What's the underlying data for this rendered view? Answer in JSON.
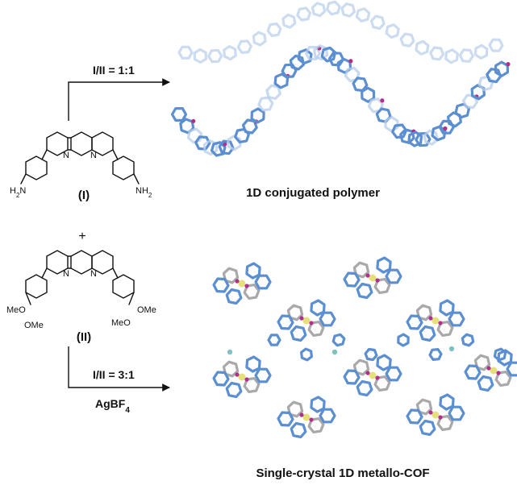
{
  "top_reaction": {
    "ratio_label": "I/II = 1:1",
    "product_caption": "1D conjugated polymer"
  },
  "monomer_I": {
    "label": "(I)",
    "atom_N": "N",
    "amine_left": "H",
    "amine_left_sub": "2",
    "amine_left_tail": "N",
    "amine_right": "NH",
    "amine_right_sub": "2"
  },
  "plus_sign": "+",
  "monomer_II": {
    "label": "(II)",
    "atom_N": "N",
    "acetal_left_1": "MeO",
    "acetal_left_2": "OMe",
    "acetal_right_1": "MeO",
    "acetal_right_2": "OMe"
  },
  "bottom_reaction": {
    "ratio_label": "I/II = 3:1",
    "reagent_main": "AgBF",
    "reagent_sub": "4",
    "product_caption": "Single-crystal 1D metallo-COF"
  },
  "colors": {
    "polymer_blue": "#5b8fd1",
    "polymer_blue_light": "#b7cde9",
    "nitrogen_magenta": "#b0308a",
    "silver_yellow": "#e6e07a",
    "grey_ligand": "#a9a9a9",
    "bf4_teal": "#7fc2c2"
  }
}
